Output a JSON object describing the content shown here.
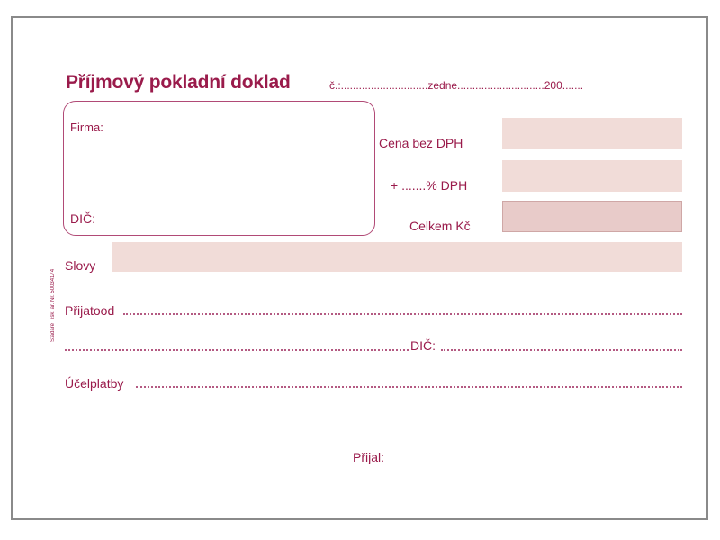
{
  "form": {
    "title": "Příjmový pokladní doklad",
    "header": "č.:.............................zedne.............................200.......",
    "firma_label": "Firma:",
    "dic_label": "DIČ:",
    "side_text": "Stadaré Tisk. ar. Nr. 50034174",
    "price_without_vat_label": "Cena bez DPH",
    "vat_label": "+ .......% DPH",
    "total_label": "Celkem Kč",
    "words_label": "Slovy",
    "received_from_label": "Přijatood",
    "dic2_label": "DIČ:",
    "purpose_label": "Účelplatby",
    "received_by_label": "Přijal:"
  }
}
